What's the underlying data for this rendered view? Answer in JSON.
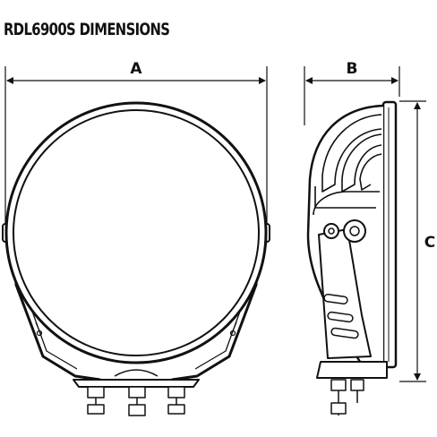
{
  "title": "RDL6900S DIMENSIONS",
  "dimensions": {
    "a_label": "A",
    "b_label": "B",
    "c_label": "C"
  },
  "colors": {
    "line": "#111111",
    "background": "#ffffff"
  },
  "icons": {
    "front_view": "round-driving-light-front-icon",
    "side_view": "driving-light-side-profile-icon"
  }
}
